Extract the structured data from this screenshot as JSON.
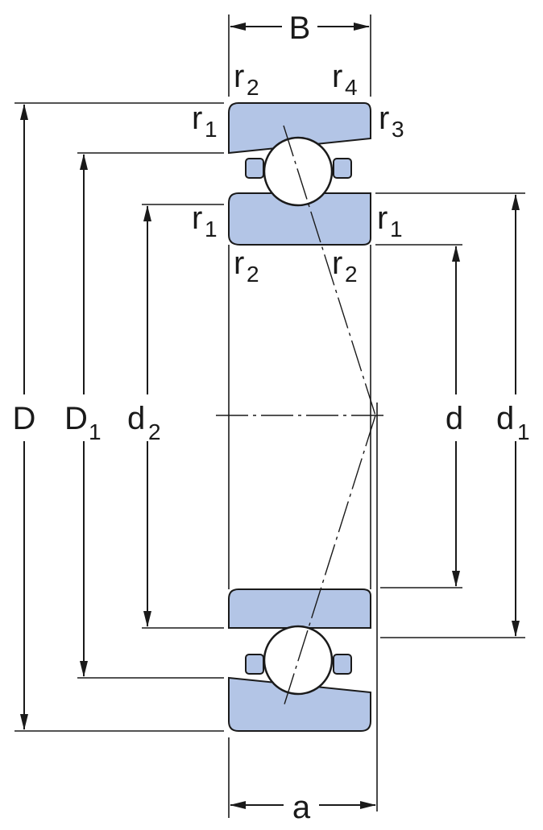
{
  "labels": {
    "B": "B",
    "a": "a",
    "D": "D",
    "D1_main": "D",
    "D1_sub": "1",
    "d2_main": "d",
    "d2_sub": "2",
    "d": "d",
    "d1_main": "d",
    "d1_sub": "1",
    "r": "r",
    "sub1": "1",
    "sub2": "2",
    "sub3": "3",
    "sub4": "4"
  },
  "colors": {
    "ring_fill": "#b3c5e6",
    "line": "#1a1a1a",
    "background": "#ffffff"
  }
}
